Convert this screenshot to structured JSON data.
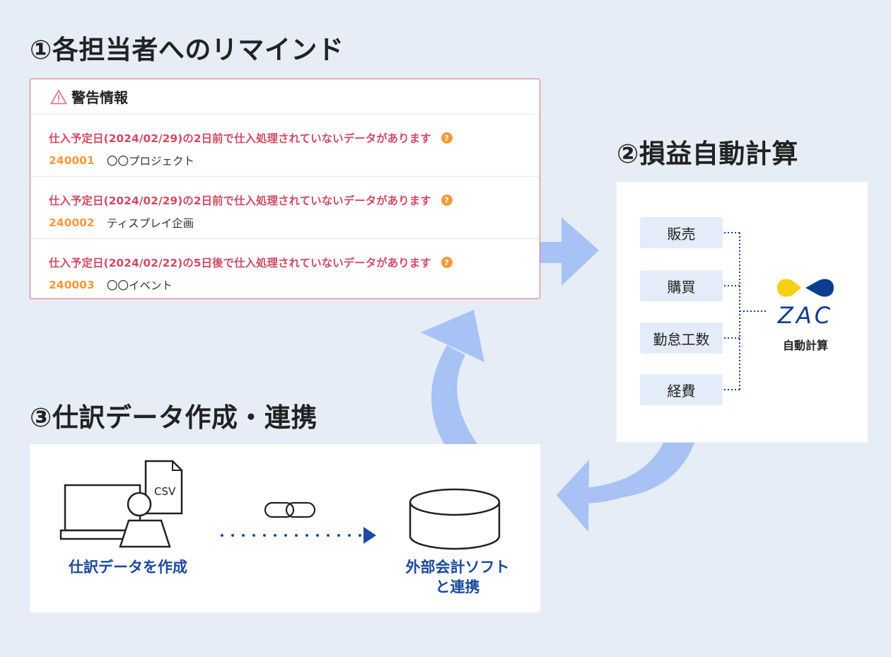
{
  "headings": {
    "reminder": "①各担当者へのリマインド",
    "profit": "②損益自動計算",
    "journal": "③仕訳データ作成・連携"
  },
  "warnings": {
    "title": "警告情報",
    "items": [
      {
        "message": "仕入予定日(2024/02/29)の2日前で仕入処理されていないデータがあります",
        "code": "240001",
        "name": "〇〇プロジェクト"
      },
      {
        "message": "仕入予定日(2024/02/29)の2日前で仕入処理されていないデータがあります",
        "code": "240002",
        "name": "ティスプレイ企画"
      },
      {
        "message": "仕入予定日(2024/02/22)の5日後で仕入処理されていないデータがあります",
        "code": "240003",
        "name": "〇〇イベント"
      }
    ],
    "help_symbol": "?"
  },
  "calc": {
    "inputs": [
      "販売",
      "購買",
      "勤怠工数",
      "経費"
    ],
    "brand": "ZAC",
    "caption": "自動計算"
  },
  "journal": {
    "csv_label": "CSV",
    "create_caption": "仕訳データを作成",
    "link_caption_line1": "外部会計ソフト",
    "link_caption_line2": "と連携"
  },
  "colors": {
    "background": "#e6edf7",
    "warning_border": "#e06a7b",
    "warning_text": "#d24a62",
    "code_orange": "#f39a3a",
    "arrow_blue": "#a9c2f5",
    "navy": "#0b3d8f",
    "zac_yellow": "#f7d117"
  }
}
